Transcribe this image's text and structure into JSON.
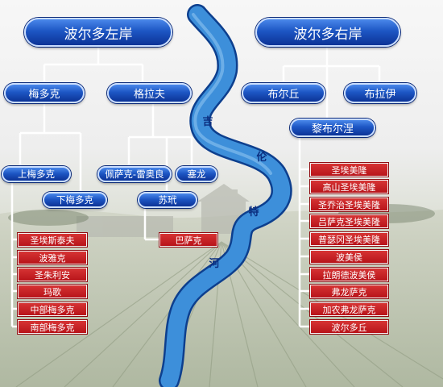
{
  "left_bank": {
    "title": "波尔多左岸",
    "medoc": {
      "label": "梅多克",
      "haut_medoc": {
        "label": "上梅多克",
        "communes": [
          "圣埃斯泰夫",
          "波雅克",
          "圣朱利安",
          "玛歌",
          "中部梅多克",
          "南部梅多克"
        ]
      },
      "bas_medoc": {
        "label": "下梅多克"
      }
    },
    "graves": {
      "label": "格拉夫",
      "pessac": {
        "label": "佩萨克-雷奥良"
      },
      "cerons": {
        "label": "塞龙"
      },
      "sauternes": {
        "label": "苏玳",
        "communes": [
          "巴萨克"
        ]
      }
    }
  },
  "right_bank": {
    "title": "波尔多右岸",
    "bourg": {
      "label": "布尔丘"
    },
    "blaye": {
      "label": "布拉伊"
    },
    "libournais": {
      "label": "黎布尔涅",
      "communes": [
        "圣埃美隆",
        "高山圣埃美隆",
        "圣乔治圣埃美隆",
        "吕萨克圣埃美隆",
        "普瑟冈圣埃美隆",
        "波美侯",
        "拉朗德波美侯",
        "弗龙萨克",
        "加农弗龙萨克",
        "波尔多丘"
      ]
    }
  },
  "river": {
    "chars": [
      "吉",
      "伦",
      "特",
      "河"
    ]
  },
  "colors": {
    "blue_box": "#1d56c4",
    "red_box": "#c0161c",
    "river": "#2f7fd0",
    "connector": "#ffffff"
  }
}
